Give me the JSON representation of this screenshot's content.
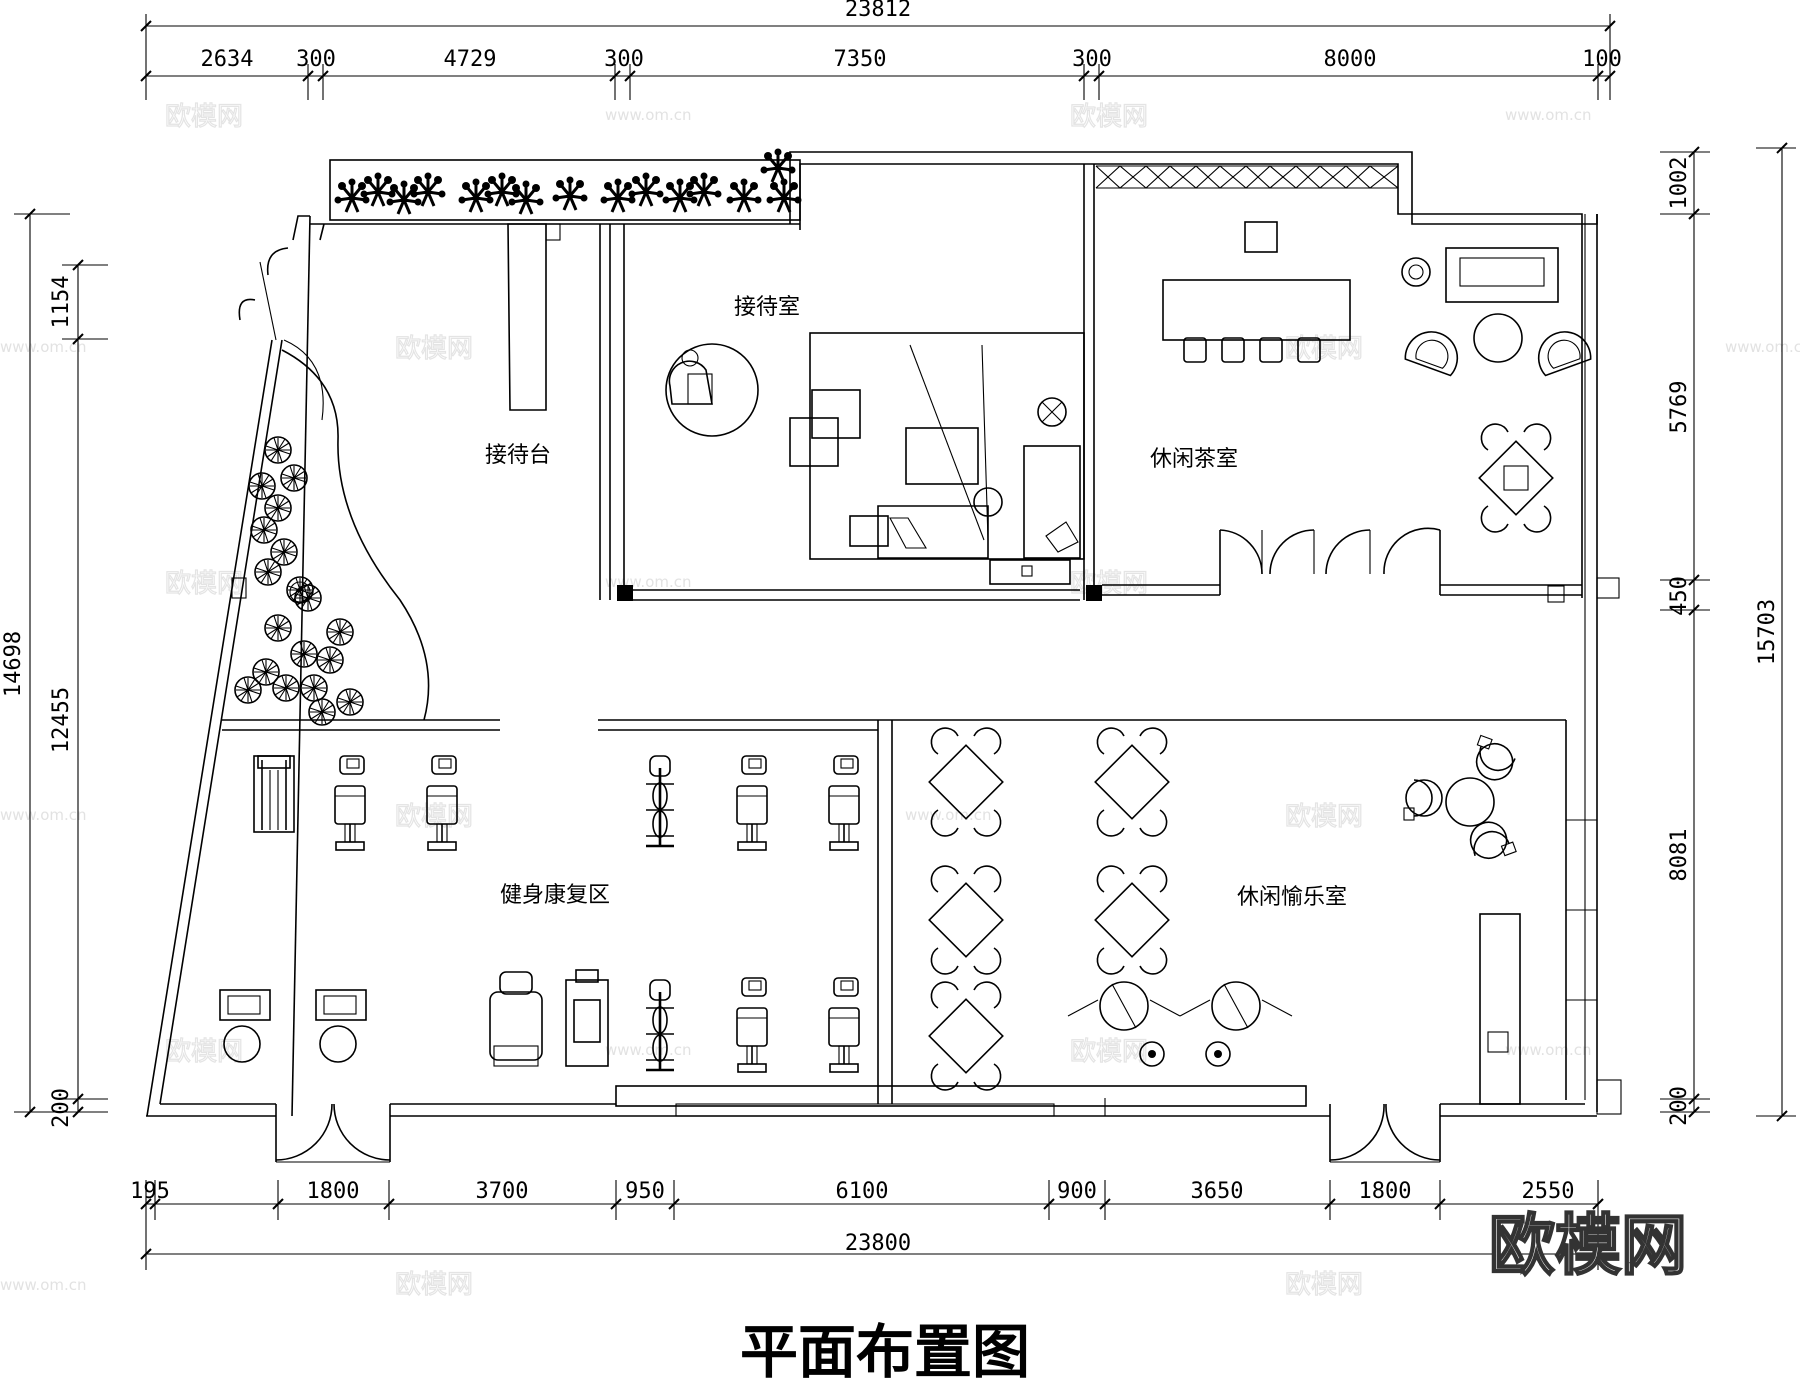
{
  "title": "平面布置图",
  "logo_text": "欧模网",
  "watermark": {
    "text": "欧模网",
    "url": "www.om.cn"
  },
  "rooms": {
    "reception_desk": "接待台",
    "reception_room": "接待室",
    "tea_room": "休闲茶室",
    "fitness_area": "健身康复区",
    "recreation_room": "休闲愉乐室"
  },
  "dimensions": {
    "top_total": "23812",
    "top": [
      "2634",
      "300",
      "4729",
      "300",
      "7350",
      "300",
      "8000",
      "100"
    ],
    "bottom_total": "23800",
    "bottom": [
      "195",
      "1800",
      "3700",
      "950",
      "6100",
      "900",
      "3650",
      "1800",
      "2550"
    ],
    "left_total": "14698",
    "left": [
      "1154",
      "12455",
      "200"
    ],
    "right_total": "15703",
    "right": [
      "1002",
      "5769",
      "450",
      "8081",
      "200"
    ]
  },
  "colors": {
    "line": "#000000",
    "background": "#ffffff",
    "watermark": "#e4e4e4"
  }
}
